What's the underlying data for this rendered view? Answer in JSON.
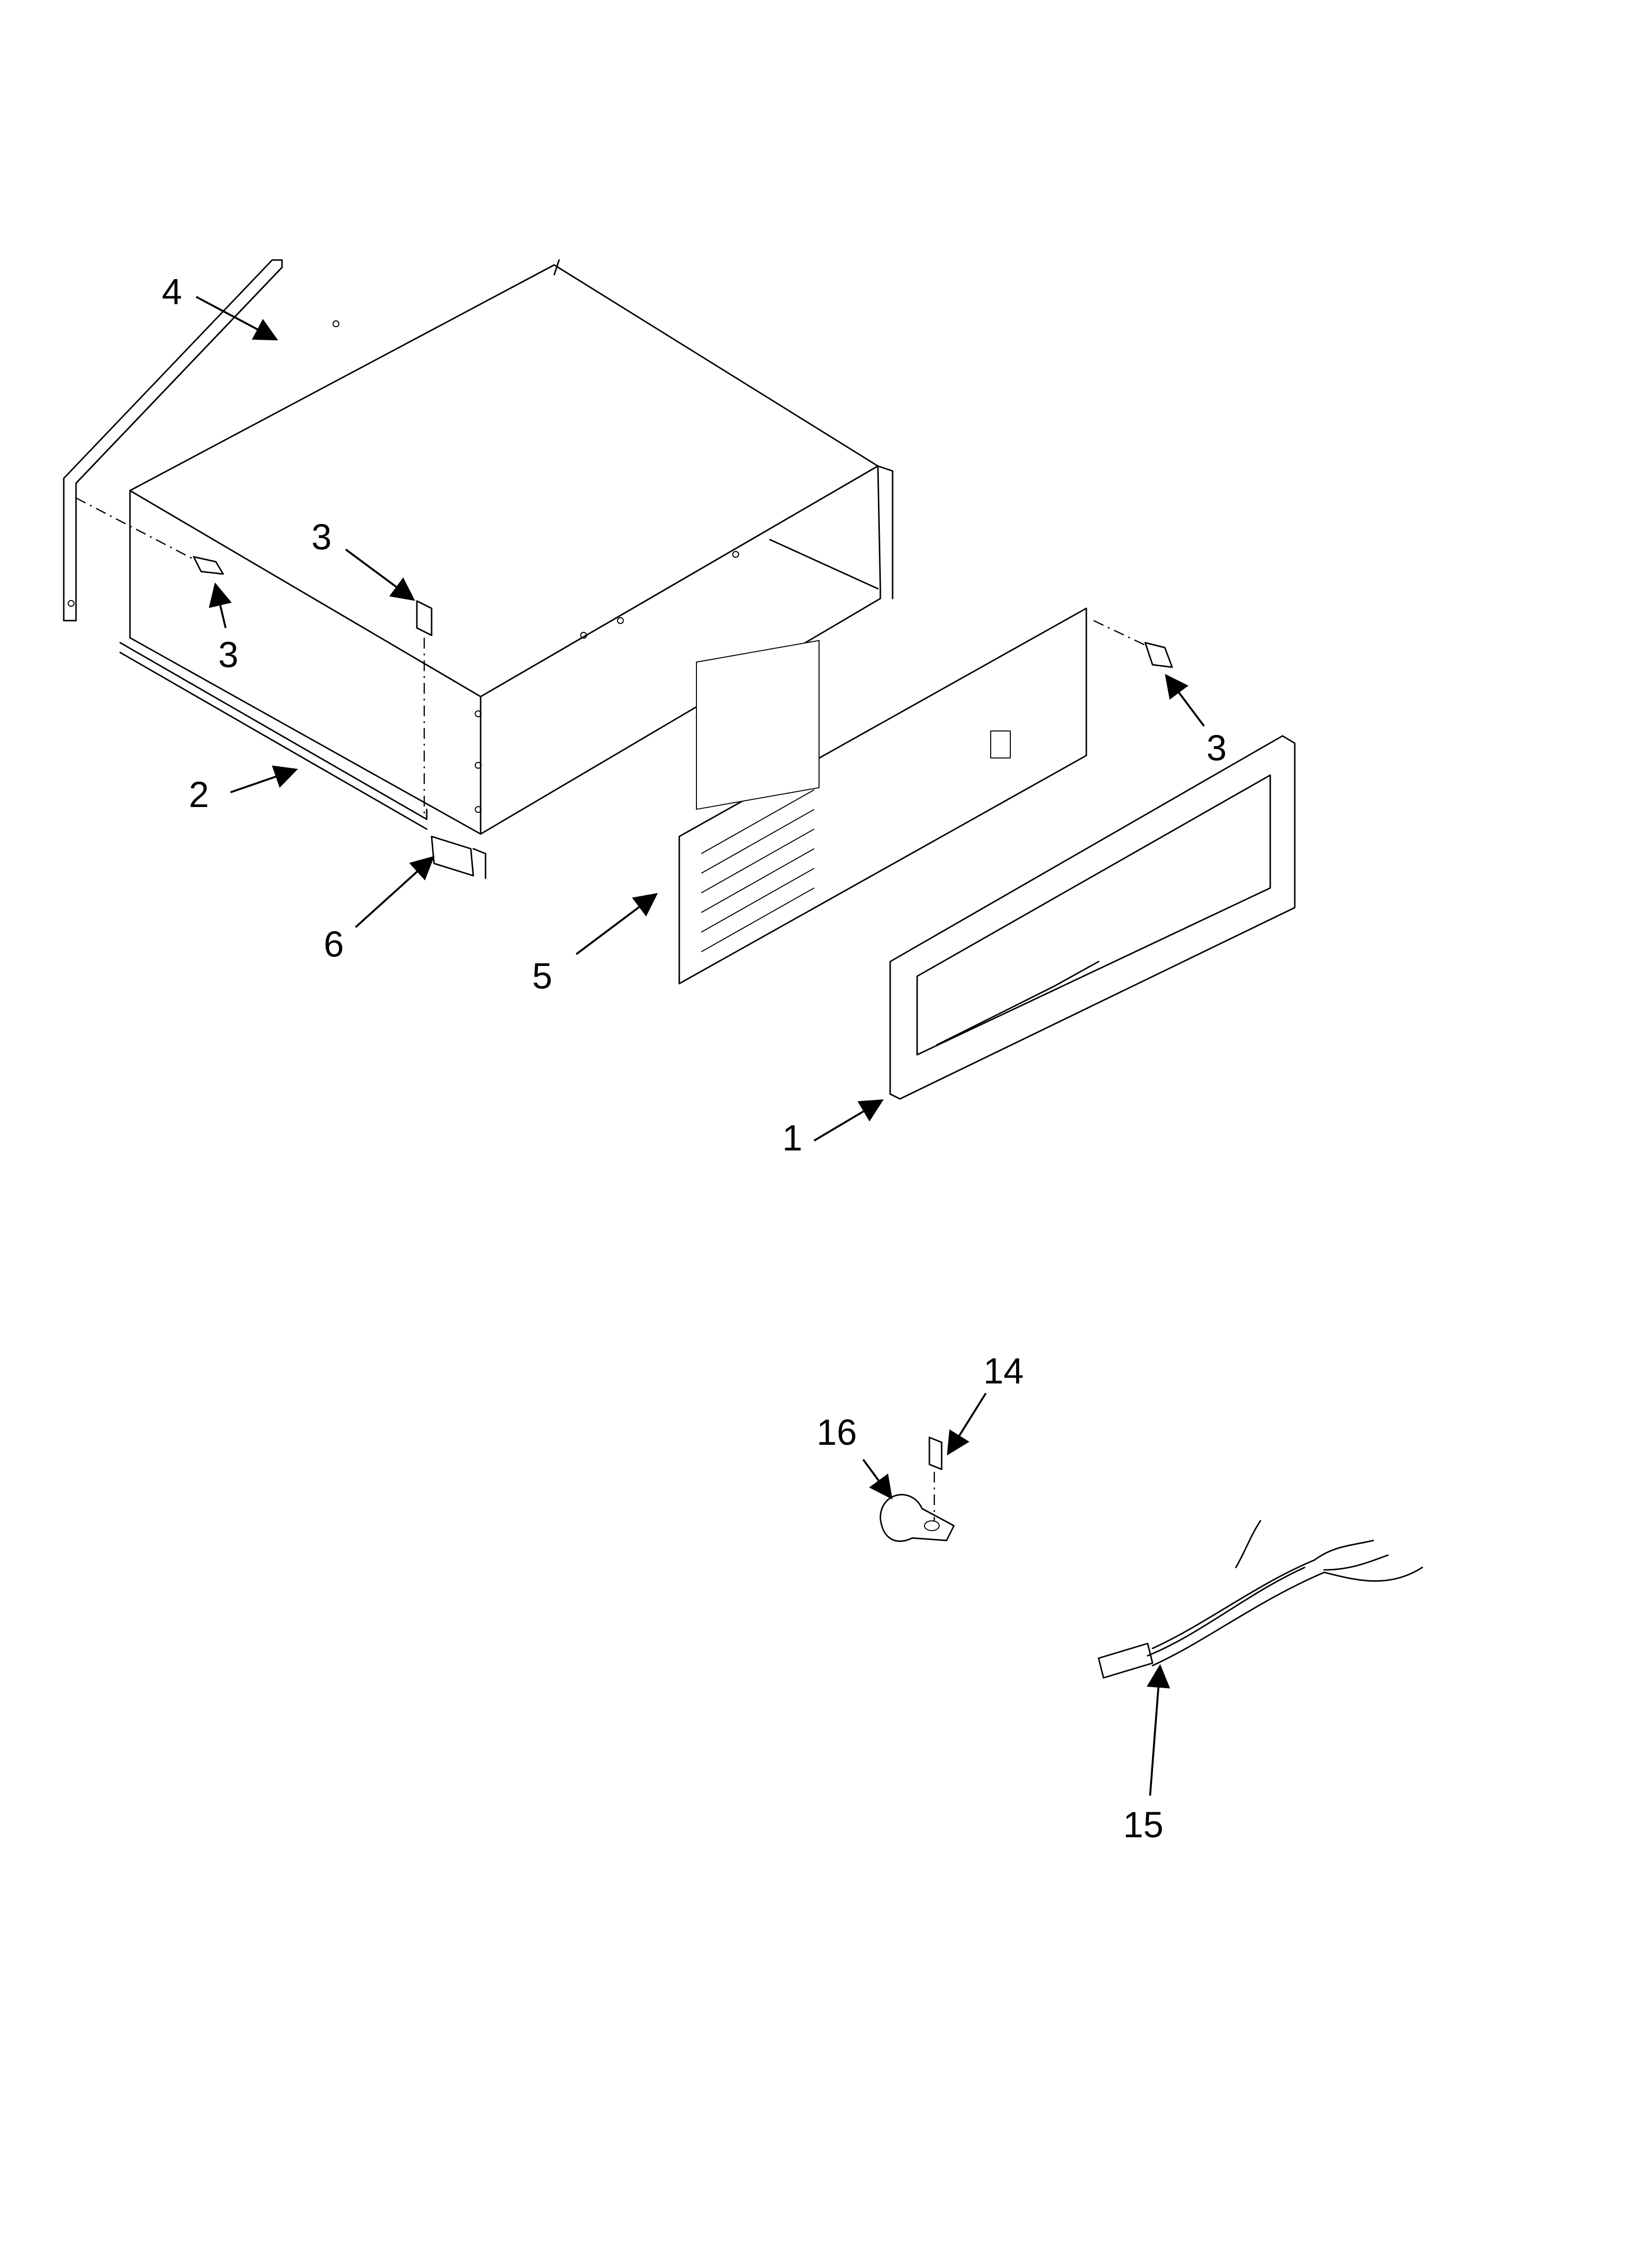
{
  "diagram": {
    "callouts": {
      "part_4": "4",
      "part_3_top": "3",
      "part_3_left": "3",
      "part_3_right": "3",
      "part_2": "2",
      "part_6": "6",
      "part_5": "5",
      "part_1": "1",
      "part_14": "14",
      "part_16": "16",
      "part_15": "15"
    }
  }
}
